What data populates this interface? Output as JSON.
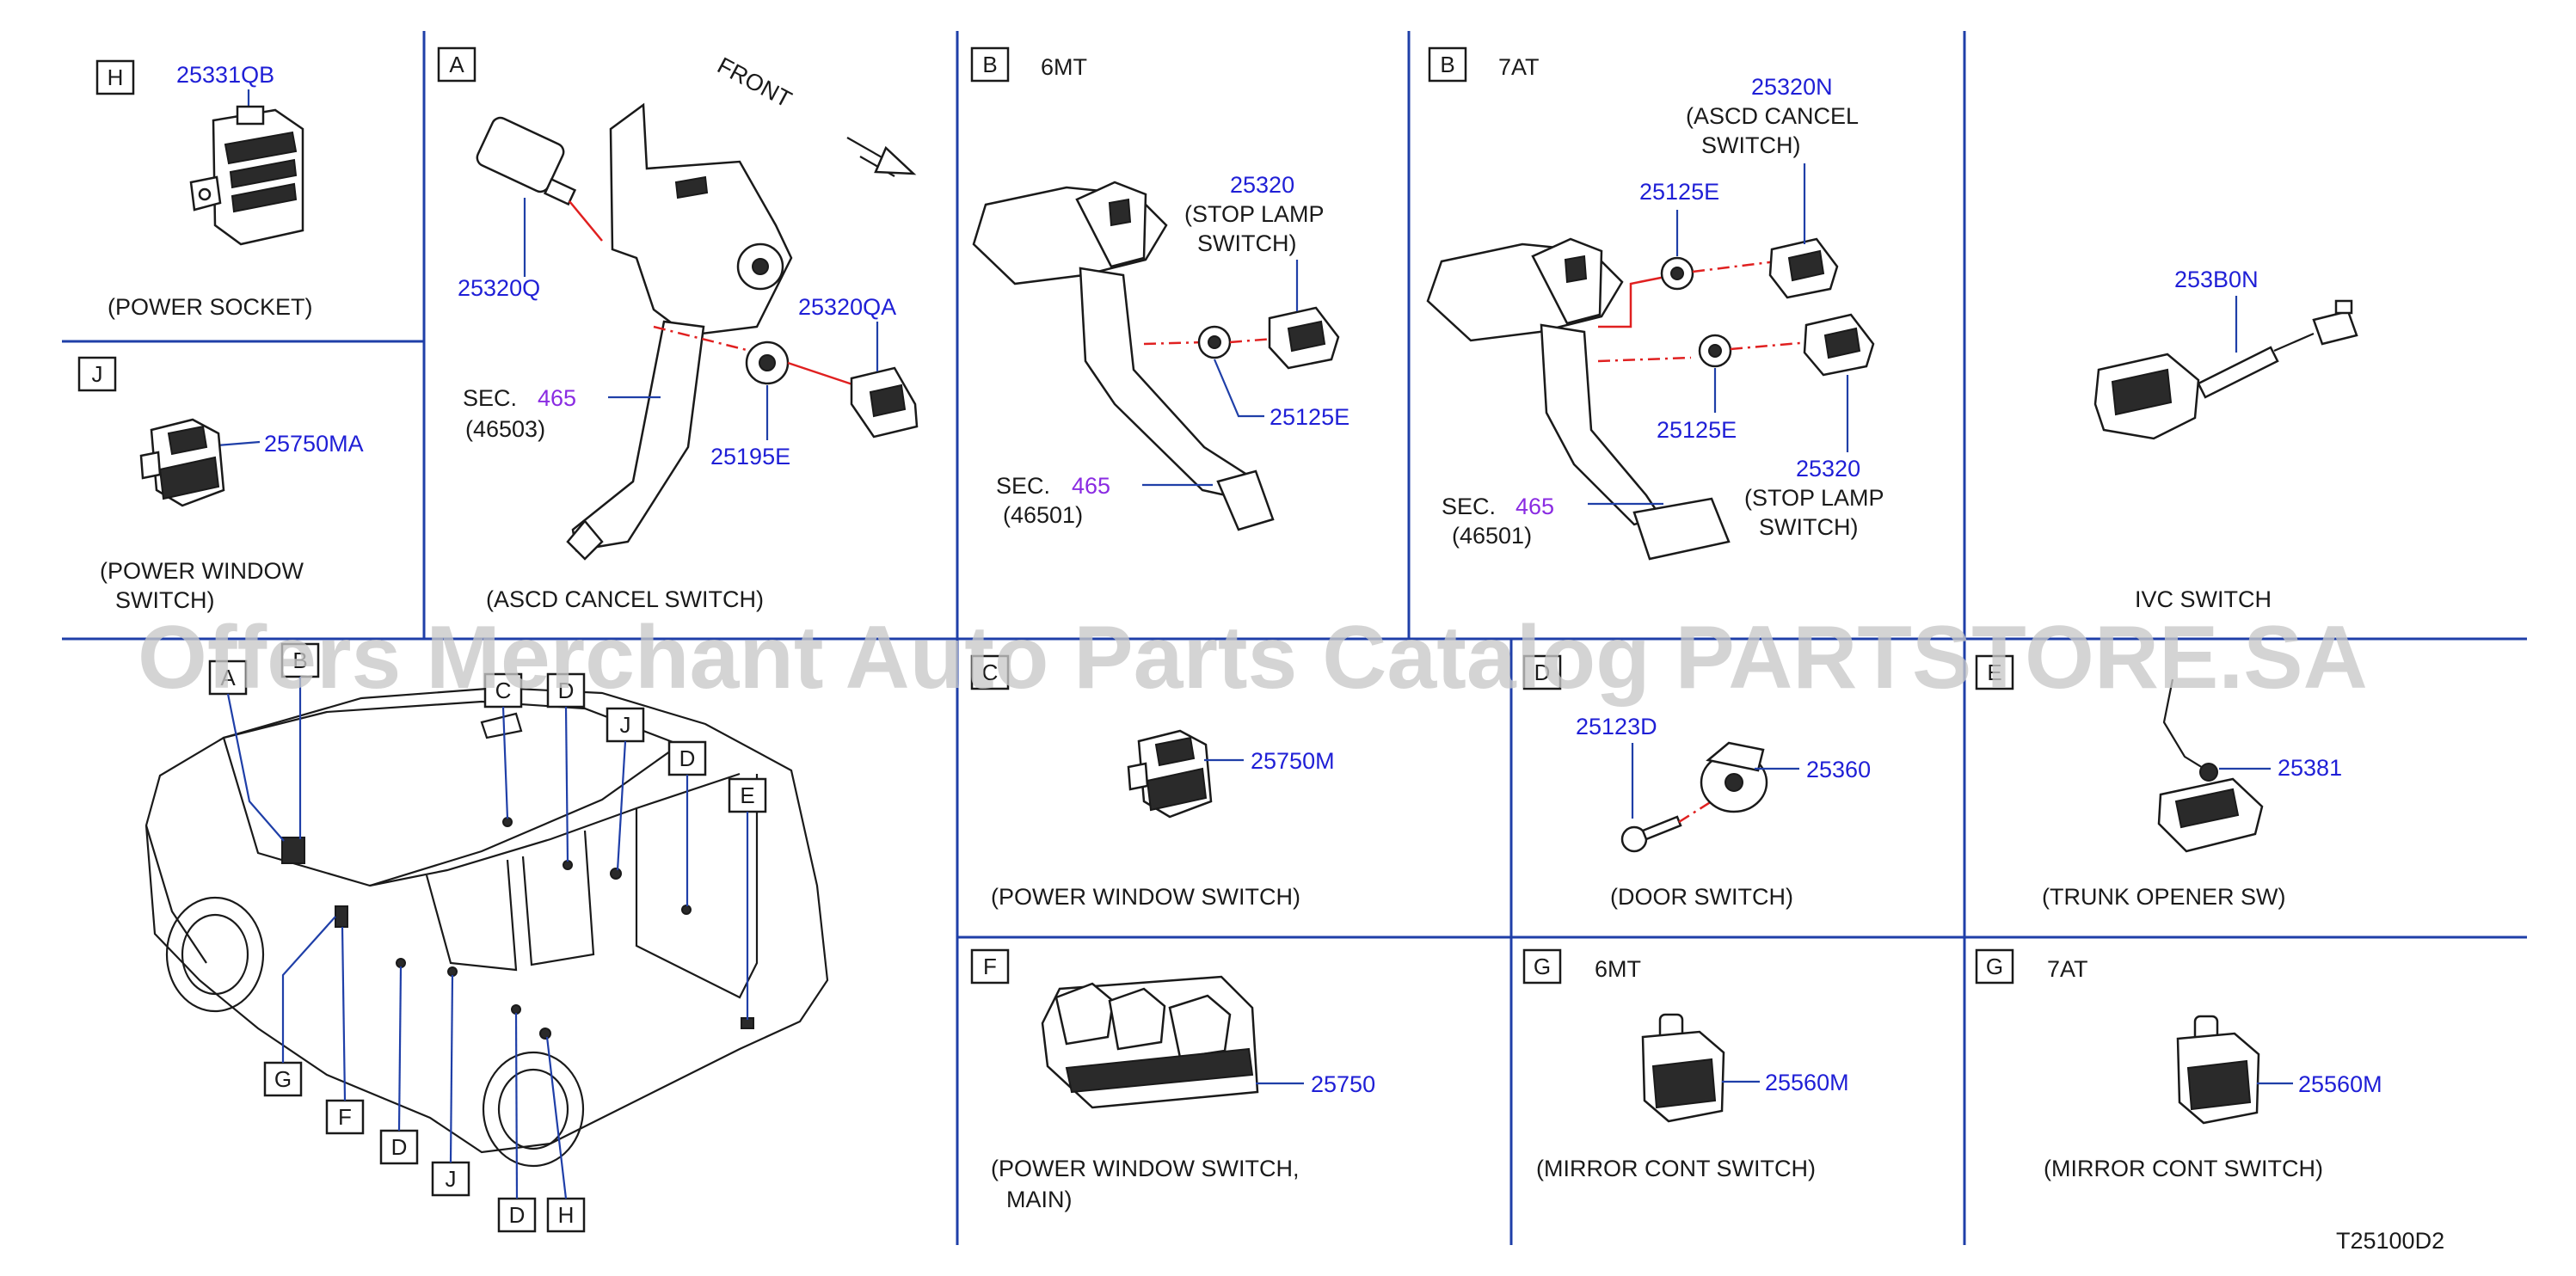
{
  "panels": {
    "h": {
      "tag": "H",
      "part": "25331QB",
      "caption": "(POWER   SOCKET)"
    },
    "j": {
      "tag": "J",
      "part": "25750MA",
      "caption1": "(POWER   WINDOW",
      "caption2": "SWITCH)"
    },
    "a": {
      "tag": "A",
      "front": "FRONT",
      "part_switch": "25320Q",
      "part_qa": "25320QA",
      "part_bracket": "25195E",
      "sec_label": "SEC.",
      "sec_num": "465",
      "sec_ref": "(46503)",
      "caption": "(ASCD   CANCEL   SWITCH)"
    },
    "b6": {
      "tag": "B",
      "variant": "6MT",
      "part": "25320",
      "label1": "(STOP   LAMP",
      "label2": "SWITCH)",
      "part_nut": "25125E",
      "sec_label": "SEC.",
      "sec_num": "465",
      "sec_ref": "(46501)"
    },
    "b7": {
      "tag": "B",
      "variant": "7AT",
      "part_n": "25320N",
      "n1": "(ASCD   CANCEL",
      "n2": "SWITCH)",
      "part_nut_top": "25125E",
      "part_nut_bottom": "25125E",
      "part": "25320",
      "label1": "(STOP   LAMP",
      "label2": "SWITCH)",
      "sec_label": "SEC.",
      "sec_num": "465",
      "sec_ref": "(46501)"
    },
    "ivc": {
      "part": "253B0N",
      "caption": "IVC   SWITCH"
    },
    "c": {
      "tag": "C",
      "part": "25750M",
      "caption": "(POWER   WINDOW   SWITCH)"
    },
    "d": {
      "tag": "D",
      "part_bolt": "25123D",
      "part": "25360",
      "caption": "(DOOR   SWITCH)"
    },
    "e": {
      "tag": "E",
      "part": "25381",
      "caption": "(TRUNK   OPENER   SW)"
    },
    "f": {
      "tag": "F",
      "part": "25750",
      "caption1": "(POWER   WINDOW   SWITCH,",
      "caption2": "MAIN)"
    },
    "g6": {
      "tag": "G",
      "variant": "6MT",
      "part": "25560M",
      "caption": "(MIRROR   CONT   SWITCH)"
    },
    "g7": {
      "tag": "G",
      "variant": "7AT",
      "part": "25560M",
      "caption": "(MIRROR   CONT   SWITCH)"
    }
  },
  "vehicle_callouts": [
    "A",
    "B",
    "C",
    "D",
    "J",
    "D",
    "E",
    "G",
    "F",
    "D",
    "J",
    "D",
    "H"
  ],
  "watermark": "Offers Merchant Auto Parts Catalog PARTSTORE.SA",
  "diagram_code": "T25100D2",
  "colors": {
    "part_number": "#1f1fd6",
    "section_number": "#8a2be2",
    "divider": "#1f3fa8",
    "leader_red": "#e02020"
  }
}
